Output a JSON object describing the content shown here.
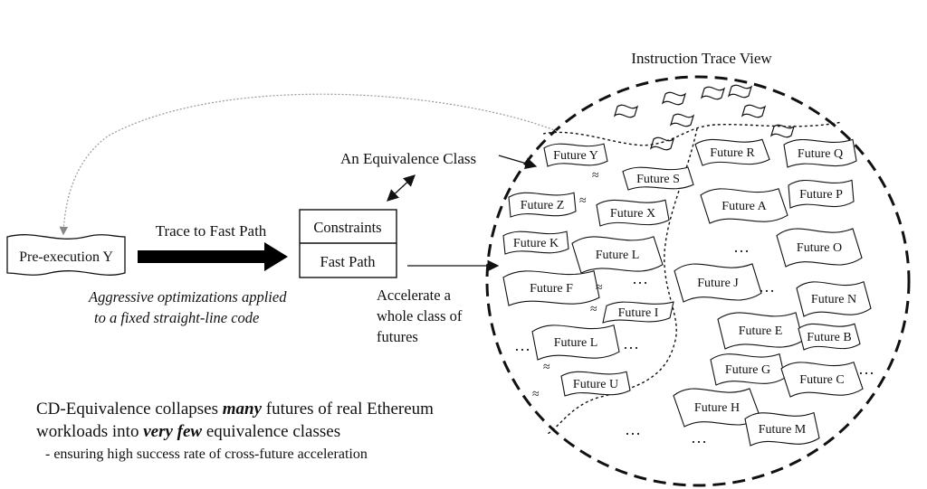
{
  "trace_view_title": "Instruction Trace View",
  "pre_execution_label": "Pre-execution Y",
  "trace_to_fast_path_label": "Trace to Fast Path",
  "optimization_note": [
    "Aggressive optimizations applied",
    "to a fixed straight-line code"
  ],
  "equivalence_class_label": "An Equivalence Class",
  "box": {
    "top": "Constraints",
    "bottom": "Fast Path"
  },
  "accelerate_note": [
    "Accelerate a",
    "whole class of",
    "futures"
  ],
  "summary": {
    "line1_pre": "CD-Equivalence collapses ",
    "line1_em": "many",
    "line1_post": " futures of real Ethereum",
    "line2_pre": "workloads into ",
    "line2_em": "very few",
    "line2_post": " equivalence classes",
    "bullet": "-  ensuring high success rate of cross-future acceleration"
  },
  "futures_left": [
    "Future Y",
    "Future S",
    "Future Z",
    "Future X",
    "Future K",
    "Future L",
    "Future F",
    "Future I",
    "Future L",
    "Future U"
  ],
  "futures_right": [
    "Future R",
    "Future Q",
    "Future A",
    "Future P",
    "Future O",
    "Future J",
    "Future N",
    "Future E",
    "Future B",
    "Future G",
    "Future C",
    "Future H",
    "Future M"
  ],
  "ellipsis": "…",
  "small_wave_glyph": "≈"
}
